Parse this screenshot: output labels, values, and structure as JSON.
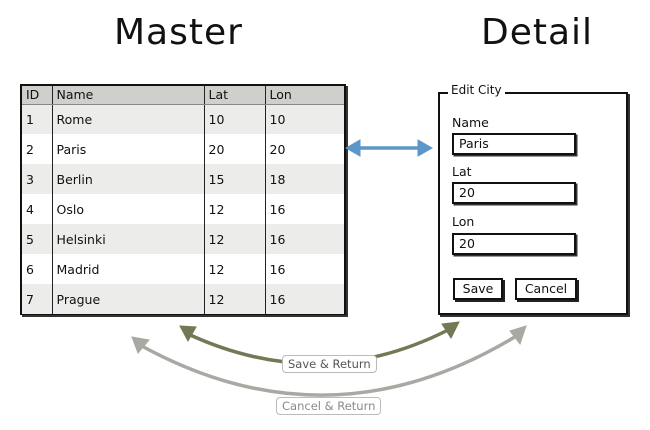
{
  "headings": {
    "master": "Master",
    "detail": "Detail"
  },
  "table": {
    "columns": [
      "ID",
      "Name",
      "Lat",
      "Lon"
    ],
    "rows": [
      [
        "1",
        "Rome",
        "10",
        "10"
      ],
      [
        "2",
        "Paris",
        "20",
        "20"
      ],
      [
        "3",
        "Berlin",
        "15",
        "18"
      ],
      [
        "4",
        "Oslo",
        "12",
        "16"
      ],
      [
        "5",
        "Helsinki",
        "12",
        "16"
      ],
      [
        "6",
        "Madrid",
        "12",
        "16"
      ],
      [
        "7",
        "Prague",
        "12",
        "16"
      ]
    ]
  },
  "detail_form": {
    "legend": "Edit City",
    "fields": [
      {
        "label": "Name",
        "value": "Paris"
      },
      {
        "label": "Lat",
        "value": "20"
      },
      {
        "label": "Lon",
        "value": "20"
      }
    ],
    "save_label": "Save",
    "cancel_label": "Cancel"
  },
  "connectors": {
    "save_return_label": "Save & Return",
    "cancel_return_label": "Cancel & Return",
    "sync_arrow_color": "#5b97c9",
    "save_arrow_color": "#727a55",
    "cancel_arrow_color": "#a9a9a4"
  }
}
